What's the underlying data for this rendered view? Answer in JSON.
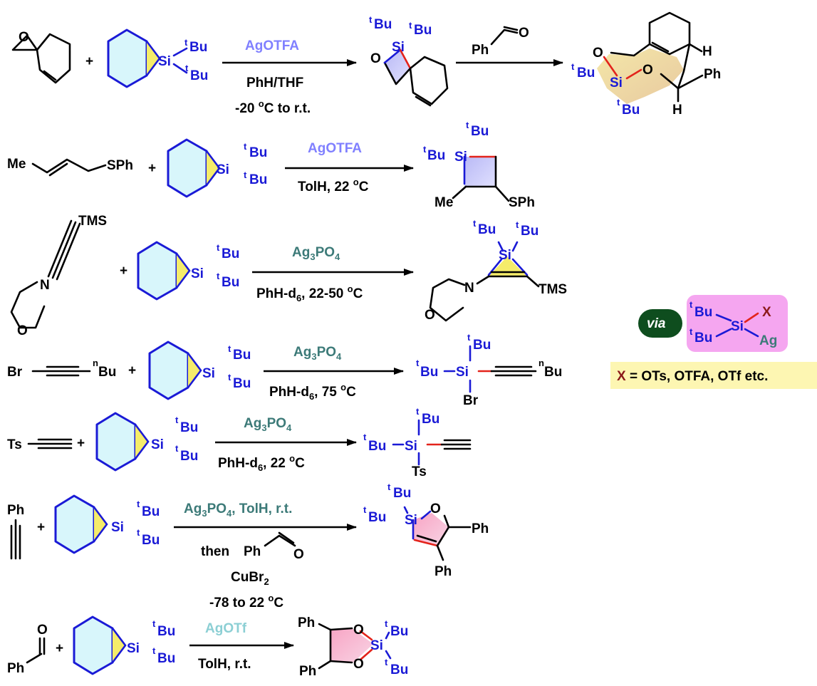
{
  "colors": {
    "reagent_ag": "#8080ff",
    "reagent_ag3po4": "#3c7a78",
    "reagent_agotf": "#8ccfd4",
    "silicon_blue": "#1a1ad6",
    "bond_red": "#e3231b",
    "via_bg": "#0e4d1e",
    "silver_box": "#f5a6f0",
    "legend_box": "#fdf6b2",
    "x_color": "#8b1a1a"
  },
  "common": {
    "tbu": "Bu",
    "t": "t",
    "si": "Si",
    "plus": "+",
    "ph": "Ph",
    "n_bu": "Bu",
    "n": "n",
    "o": "O",
    "h": "H",
    "me": "Me",
    "br": "Br",
    "ts": "Ts",
    "tms": "TMS",
    "sph": "SPh",
    "d": "d",
    "n_atom": "N"
  },
  "reactions": [
    {
      "reagent": "AgOTFA",
      "cond": [
        "PhH/THF",
        "-20 ",
        "C to r.t."
      ],
      "cond_o": "o",
      "second_step": "Ph"
    },
    {
      "reagent": "AgOTFA",
      "cond": "TolH, 22 ",
      "c_unit": "C"
    },
    {
      "reagent_base": "Ag",
      "reagent_sub1": "3",
      "reagent_mid": "PO",
      "reagent_sub2": "4",
      "cond_base": "PhH-d",
      "cond_sub": "6",
      "cond_rest": ", 22-50 ",
      "c_unit": "C"
    },
    {
      "reagent_base": "Ag",
      "reagent_sub1": "3",
      "reagent_mid": "PO",
      "reagent_sub2": "4",
      "cond_base": "PhH-d",
      "cond_sub": "6",
      "cond_rest": ", 75 ",
      "c_unit": "C"
    },
    {
      "reagent_base": "Ag",
      "reagent_sub1": "3",
      "reagent_mid": "PO",
      "reagent_sub2": "4",
      "cond_base": "PhH-d",
      "cond_sub": "6",
      "cond_rest": ", 22 ",
      "c_unit": "C"
    },
    {
      "reagent_base": "Ag",
      "reagent_sub1": "3",
      "reagent_mid": "PO",
      "reagent_sub2": "4",
      "reagent_rest": ", TolH, r.t.",
      "then": "then",
      "cu": "CuBr",
      "cu_sub": "2",
      "temp": "-78 to 22 ",
      "c_unit": "C"
    },
    {
      "reagent": "AgOTf",
      "cond": "TolH, r.t."
    }
  ],
  "via": {
    "label": "via",
    "x": "X",
    "ag": "Ag",
    "legend_x": "X",
    "legend_rest": " = OTs, OTFA, OTf etc."
  }
}
